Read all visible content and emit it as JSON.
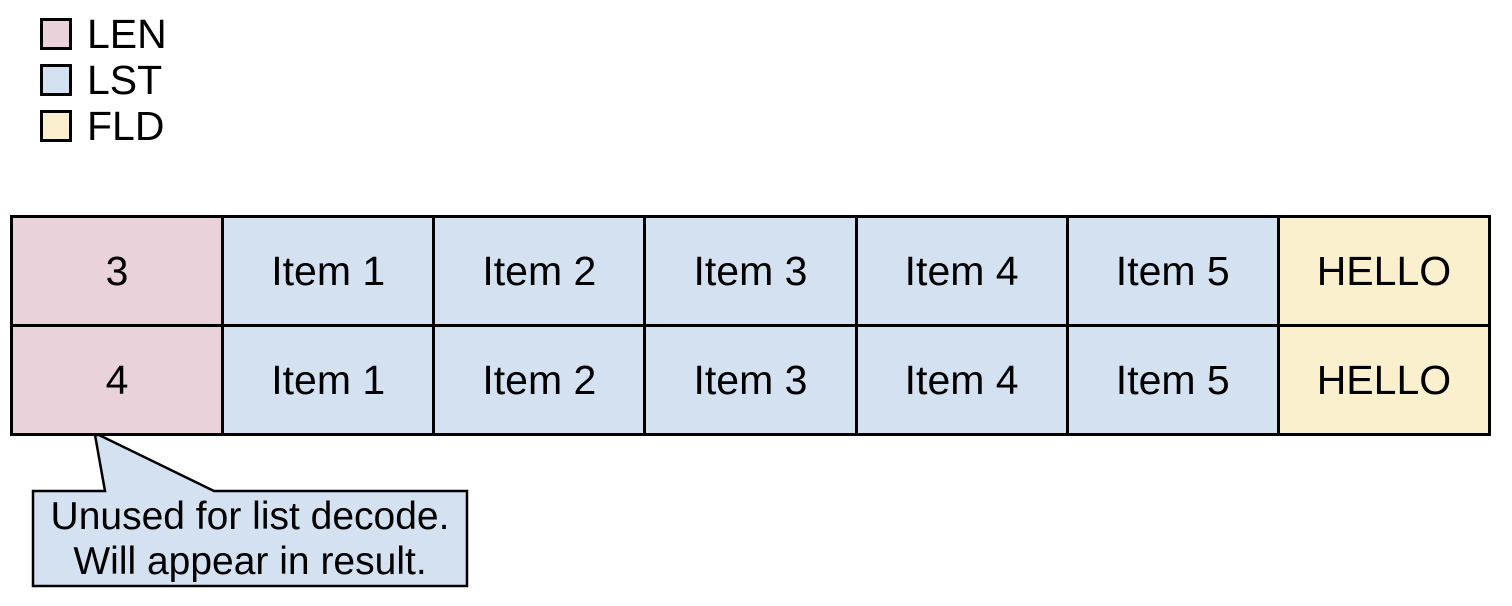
{
  "legend": {
    "items": [
      {
        "label": "LEN"
      },
      {
        "label": "LST"
      },
      {
        "label": "FLD"
      }
    ]
  },
  "table": {
    "rows": [
      {
        "cells": [
          {
            "text": "3",
            "type": "LEN"
          },
          {
            "text": "Item 1",
            "type": "LST"
          },
          {
            "text": "Item 2",
            "type": "LST"
          },
          {
            "text": "Item 3",
            "type": "LST"
          },
          {
            "text": "Item 4",
            "type": "LST"
          },
          {
            "text": "Item 5",
            "type": "LST"
          },
          {
            "text": "HELLO",
            "type": "FLD"
          }
        ]
      },
      {
        "cells": [
          {
            "text": "4",
            "type": "LEN"
          },
          {
            "text": "Item 1",
            "type": "LST"
          },
          {
            "text": "Item 2",
            "type": "LST"
          },
          {
            "text": "Item 3",
            "type": "LST"
          },
          {
            "text": "Item 4",
            "type": "LST"
          },
          {
            "text": "Item 5",
            "type": "LST"
          },
          {
            "text": "HELLO",
            "type": "FLD"
          }
        ]
      }
    ]
  },
  "callout": {
    "lines": [
      "Unused for list decode.",
      "Will appear in result."
    ]
  },
  "colors": {
    "len": "#ead2da",
    "lst": "#d4e1f1",
    "fld": "#fbf0cd",
    "border": "#000000",
    "text": "#000000",
    "background": "#ffffff"
  }
}
